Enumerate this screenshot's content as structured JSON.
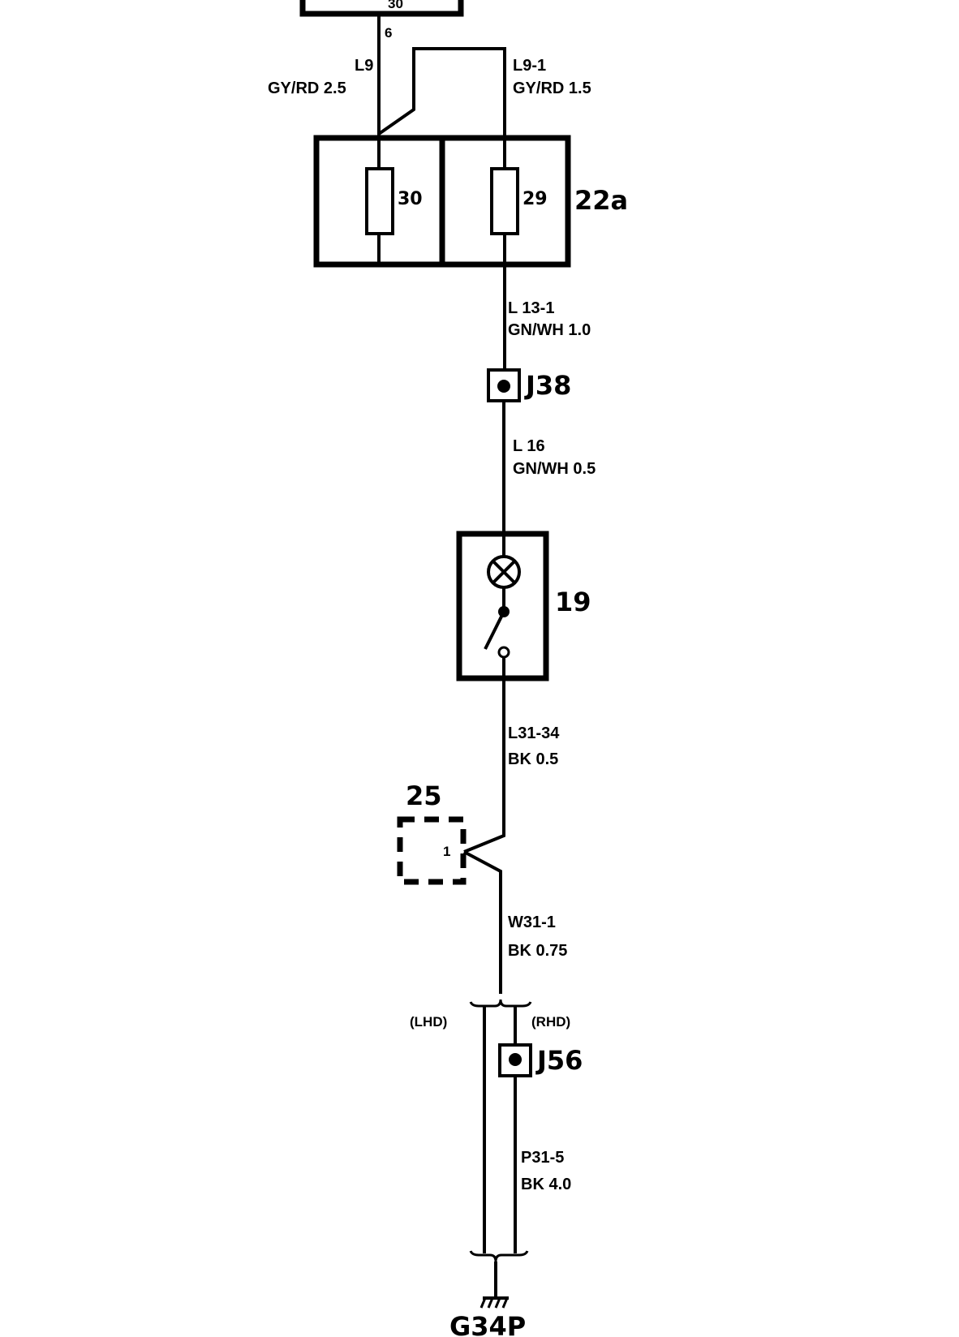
{
  "top_connector": {
    "pin": "6",
    "partial_label": "30"
  },
  "wires": {
    "l9": {
      "id": "L9",
      "spec": "GY/RD  2.5"
    },
    "l9_1": {
      "id": "L9-1",
      "spec": "GY/RD 1.5"
    },
    "l13_1": {
      "id": "L 13-1",
      "spec": "GN/WH  1.0"
    },
    "l16": {
      "id": "L 16",
      "spec": "GN/WH  0.5"
    },
    "l31_34": {
      "id": "L31-34",
      "spec": "BK 0.5"
    },
    "w31_1": {
      "id": "W31-1",
      "spec": "BK 0.75"
    },
    "p31_5": {
      "id": "P31-5",
      "spec": "BK 4.0"
    }
  },
  "fuse_box": {
    "id": "22a",
    "fuse_left": "30",
    "fuse_right": "29"
  },
  "junctions": {
    "j38": "J38",
    "j56": "J56"
  },
  "lamp_switch": {
    "id": "19"
  },
  "connector_25": {
    "id": "25",
    "pin": "1"
  },
  "variants": {
    "lhd": "(LHD)",
    "rhd": "(RHD)"
  },
  "ground": {
    "id": "G34P"
  }
}
